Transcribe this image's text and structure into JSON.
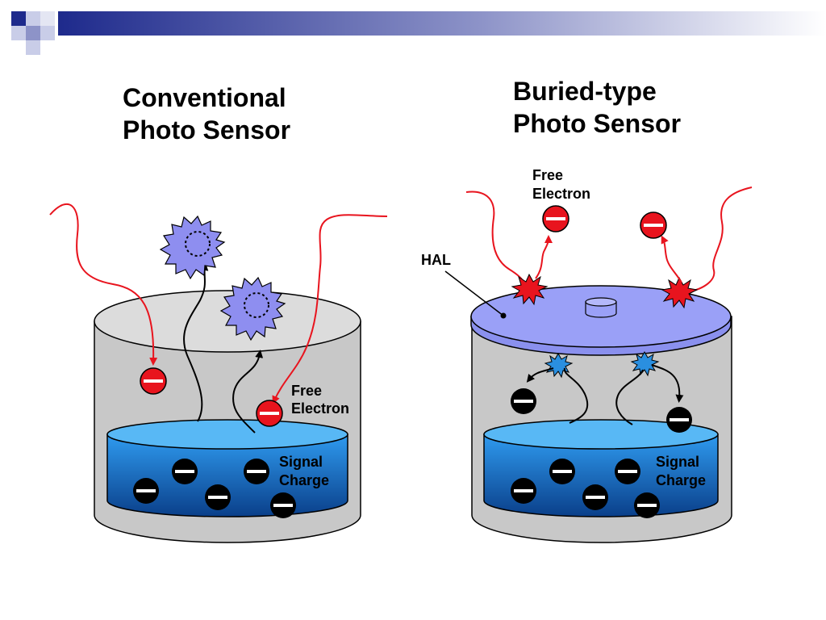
{
  "slide": {
    "left_title_line1": "Conventional",
    "left_title_line2": "Photo Sensor",
    "right_title_line1": "Buried-type",
    "right_title_line2": "Photo Sensor"
  },
  "left_panel": {
    "free_electron_line1": "Free",
    "free_electron_line2": "Electron",
    "signal_charge_line1": "Signal",
    "signal_charge_line2": "Charge"
  },
  "right_panel": {
    "free_electron_line1": "Free",
    "free_electron_line2": "Electron",
    "hal_label": "HAL",
    "signal_charge_line1": "Signal",
    "signal_charge_line2": "Charge"
  },
  "colors": {
    "photon": "#e8141e",
    "electron_red": "#e8141e",
    "electron_black": "#000000",
    "cylinder_gray": "#c8c8c8",
    "water_blue": "#1a7fd6",
    "hal_purple": "#9aa0f7",
    "burst_purple": "#8e8ef0",
    "spark_red": "#e8141e",
    "spark_blue": "#2a8fe0",
    "header_navy": "#1e2a8c"
  }
}
